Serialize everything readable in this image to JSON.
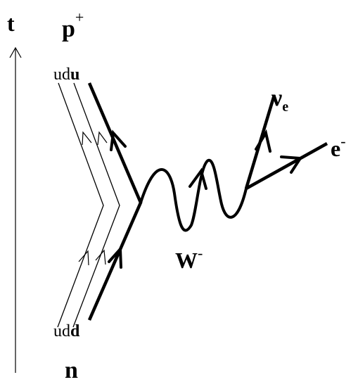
{
  "labels": {
    "time_axis": "t",
    "proton_symbol": "p",
    "proton_charge": "+",
    "proton_quarks_light": "ud",
    "proton_quark_bold": "u",
    "neutron_symbol": "n",
    "neutron_quarks_light": "ud",
    "neutron_quark_bold": "d",
    "boson_symbol": "W",
    "boson_charge": "-",
    "neutrino_symbol": "ν",
    "neutrino_subscript": "e",
    "electron_symbol": "e",
    "electron_charge": "-"
  },
  "colors": {
    "ink": "#000000",
    "background": "#ffffff"
  }
}
